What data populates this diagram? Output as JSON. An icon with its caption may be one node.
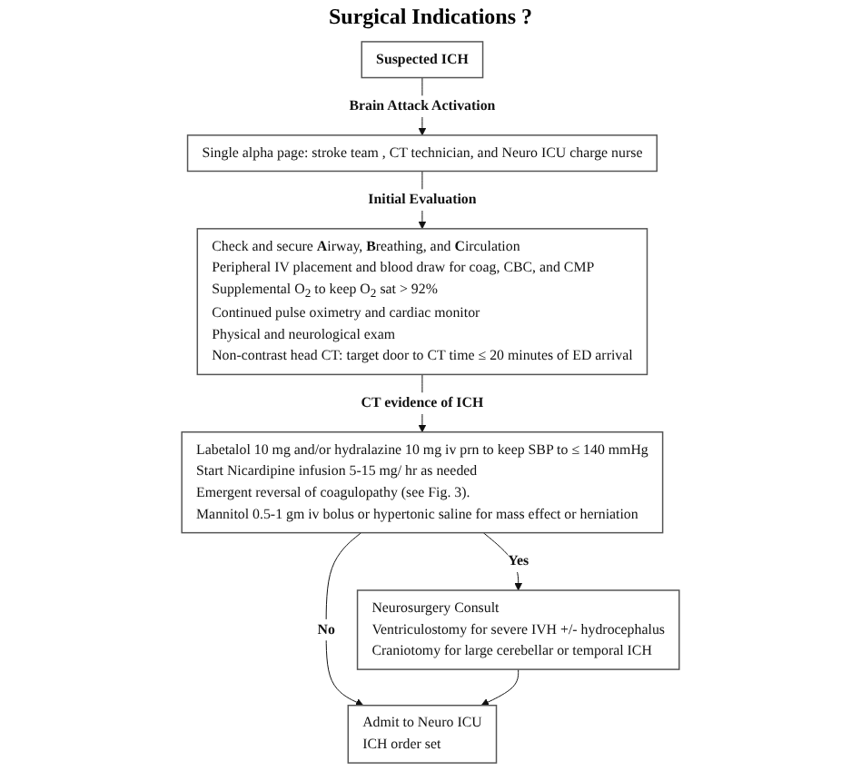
{
  "diagram": {
    "nodes": [
      {
        "text": [
          "Suspected ICH"
        ]
      },
      {
        "text": [
          "Single alpha page: stroke team , CT technician, and Neuro ICU charge nurse"
        ]
      },
      {
        "text": [
          "Check and secure **A**irway, **B**reathing, and **C**irculation",
          "Peripheral IV placement and blood draw for coag, CBC,  and CMP",
          "Supplemental O$_{2}$ to keep O$_{2}$ sat > 92%",
          "Continued pulse oximetry and cardiac monitor",
          "Physical and neurological exam",
          "Non-contrast head CT: target  door to CT time ≤ 20 minutes of ED arrival"
        ]
      },
      {
        "text": [
          "Labetalol 10 mg and/or hydralazine 10 mg iv prn to keep SBP to ≤ 140 mmHg",
          "Start Nicardipine infusion 5-15 mg/ hr as needed",
          "Emergent reversal of coagulopathy (see Fig. 3).",
          "Mannitol 0.5-1 gm iv bolus or hypertonic saline for mass effect or herniation"
        ]
      },
      {
        "text": [
          "Neurosurgery Consult",
          "Ventriculostomy for severe IVH +/- hydrocephalus",
          "Craniotomy for large cerebellar or temporal ICH"
        ]
      },
      {
        "text": [
          "Admit to Neuro ICU",
          "ICH order set"
        ]
      }
    ],
    "edges": [
      {
        "from": 0,
        "to": 1,
        "arrow": "to",
        "label": "Brain Attack Activation"
      },
      {
        "from": 1,
        "to": 2,
        "arrow": "to",
        "label": "Initial Evaluation"
      },
      {
        "from": 2,
        "to": 3,
        "arrow": "to",
        "label": "CT evidence of ICH"
      },
      {
        "from": 3,
        "to": 4,
        "arrow": "to",
        "label": "Yes"
      },
      {
        "from": 3,
        "to": 5,
        "arrow": "to",
        "label": "No"
      },
      {
        "from": 4,
        "to": 5,
        "arrow": "to"
      }
    ],
    "labels": [
      "Surgical Indications ?"
    ]
  }
}
